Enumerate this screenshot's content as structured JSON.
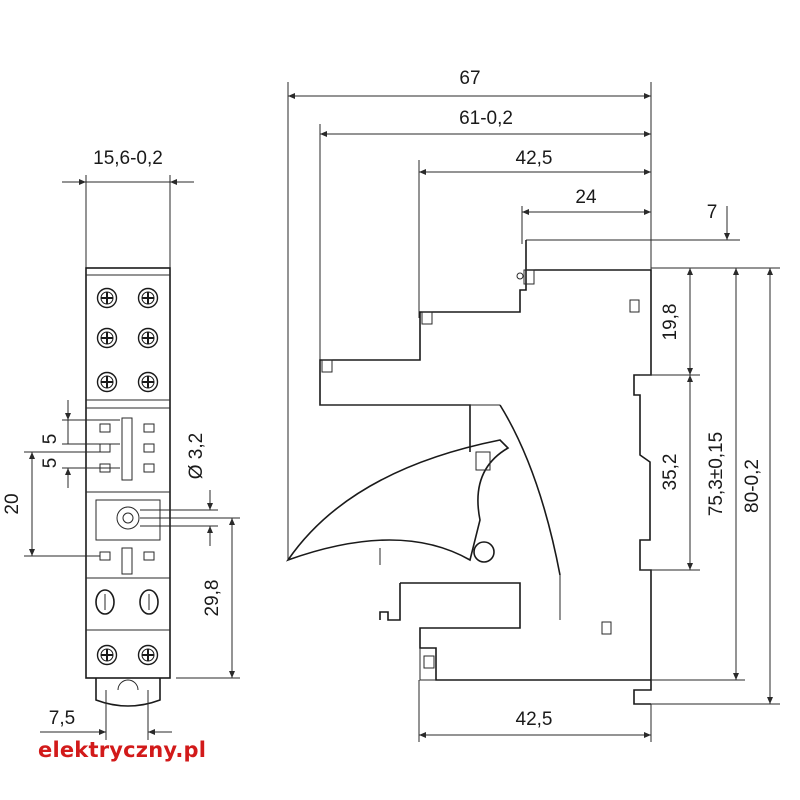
{
  "front_view": {
    "width_label": "15,6-0,2",
    "pitch_label_1": "5",
    "pitch_label_2": "5",
    "span_label": "20",
    "hole_label": "Ø 3,2",
    "mount_label": "29,8",
    "bottom_label": "7,5"
  },
  "side_view": {
    "overall_length": "67",
    "length_2": "61-0,2",
    "length_3": "42,5",
    "length_4": "24",
    "top_offset": "7",
    "step_height": "19,8",
    "rail_height": "35,2",
    "tolerance_height": "75,3±0,15",
    "overall_height": "80-0,2",
    "base_length": "42,5"
  },
  "brand": {
    "text": "elektryczny.pl",
    "color": "#d21a1a"
  }
}
